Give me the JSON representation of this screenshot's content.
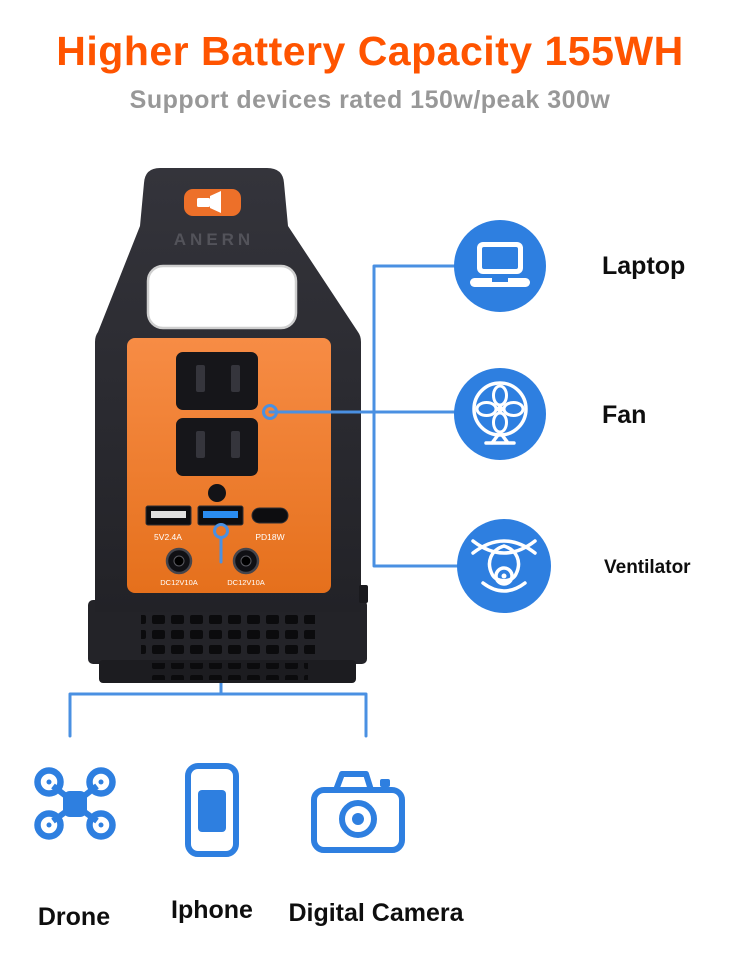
{
  "header": {
    "title": "Higher Battery Capacity 155WH",
    "subtitle": "Support devices rated 150w/peak 300w"
  },
  "device": {
    "brand": "ANERN",
    "port_labels": {
      "usb_a": "5V2.4A",
      "usb_c": "PD18W",
      "dc_left": "DC12V10A",
      "dc_right": "DC12V10A"
    }
  },
  "right_callouts": [
    {
      "id": "laptop",
      "label": "Laptop"
    },
    {
      "id": "fan",
      "label": "Fan"
    },
    {
      "id": "ventilator",
      "label": "Ventilator"
    }
  ],
  "bottom_callouts": [
    {
      "id": "drone",
      "label": "Drone"
    },
    {
      "id": "iphone",
      "label": "Iphone"
    },
    {
      "id": "camera",
      "label": "Digital Camera"
    }
  ],
  "colors": {
    "title_orange": "#FF5400",
    "subtitle_gray": "#989898",
    "callout_blue": "#2E7FE0",
    "connector_blue": "#4A90E2",
    "panel_orange": "#EE7A28"
  }
}
